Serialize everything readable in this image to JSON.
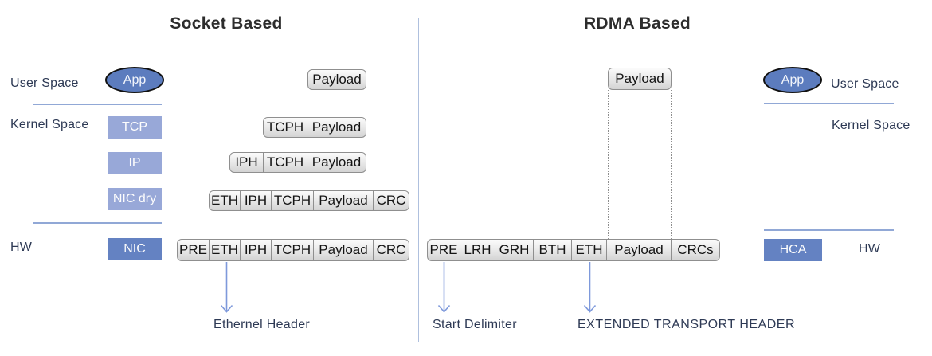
{
  "left": {
    "section_title": "Socket Based",
    "labels": {
      "user_space": "User Space",
      "kernel_space": "Kernel Space",
      "hw": "HW"
    },
    "app": "App",
    "layers": {
      "tcp": "TCP",
      "ip": "IP",
      "nic_drv": "NIC dry",
      "nic": "NIC"
    },
    "packets": {
      "row1": [
        "Payload"
      ],
      "row2": [
        "TCPH",
        "Payload"
      ],
      "row3": [
        "IPH",
        "TCPH",
        "Payload"
      ],
      "row4": [
        "ETH",
        "IPH",
        "TCPH",
        "Payload",
        "CRC"
      ],
      "row5": [
        "PRE",
        "ETH",
        "IPH",
        "TCPH",
        "Payload",
        "CRC"
      ]
    },
    "annotation": "Ethernel Header"
  },
  "right": {
    "section_title": "RDMA Based",
    "labels": {
      "user_space": "User Space",
      "kernel_space": "Kernel Space",
      "hw": "HW"
    },
    "app": "App",
    "hca": "HCA",
    "payload": "Payload",
    "packet": [
      "PRE",
      "LRH",
      "GRH",
      "BTH",
      "ETH",
      "Payload",
      "CRCs"
    ],
    "annotations": {
      "start_delimiter": "Start Delimiter",
      "eth": "EXTENDED TRANSPORT HEADER"
    }
  },
  "colors": {
    "layer_blue_light": "#98A8D8",
    "layer_blue_dark": "#6482C2",
    "app_fill": "#5C7CBE",
    "separator_blue": "#91A8D6",
    "divider_blue": "#AFC0DE",
    "arrow_blue": "#7E99DB",
    "text_navy": "#2E3A55",
    "title_gray": "#2D2D2D"
  }
}
